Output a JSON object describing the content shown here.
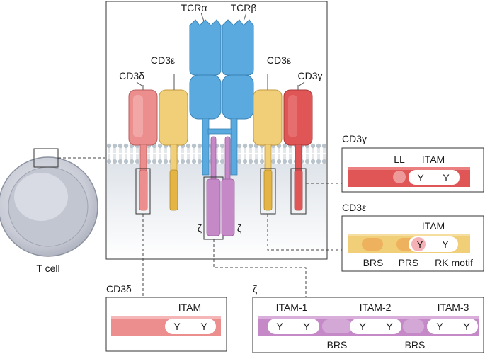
{
  "labels": {
    "tcr_alpha": "TCRα",
    "tcr_beta": "TCRβ",
    "cd3_epsilon_left": "CD3ε",
    "cd3_epsilon_right": "CD3ε",
    "cd3_delta": "CD3δ",
    "cd3_gamma": "CD3γ",
    "zeta_left": "ζ",
    "zeta_right": "ζ",
    "t_cell": "T cell"
  },
  "panels": {
    "cd3_gamma": {
      "title": "CD3γ",
      "ll": "LL",
      "itam": "ITAM",
      "y1": "Y",
      "y2": "Y"
    },
    "cd3_epsilon": {
      "title": "CD3ε",
      "itam": "ITAM",
      "y1": "Y",
      "y2": "Y",
      "brs": "BRS",
      "prs": "PRS",
      "rk": "RK motif"
    },
    "cd3_delta": {
      "title": "CD3δ",
      "itam": "ITAM",
      "y1": "Y",
      "y2": "Y"
    },
    "zeta": {
      "title": "ζ",
      "itam1": "ITAM-1",
      "itam2": "ITAM-2",
      "itam3": "ITAM-3",
      "y1": "Y",
      "y2": "Y",
      "y3": "Y",
      "y4": "Y",
      "y5": "Y",
      "y6": "Y",
      "brs1": "BRS",
      "brs2": "BRS"
    }
  },
  "colors": {
    "tcr": "#5aaadf",
    "cd3_delta": "#ec8e8e",
    "cd3_epsilon": "#f1cf79",
    "cd3_gamma": "#e05656",
    "zeta": "#c589c8",
    "membrane": "#b7c1ca"
  }
}
